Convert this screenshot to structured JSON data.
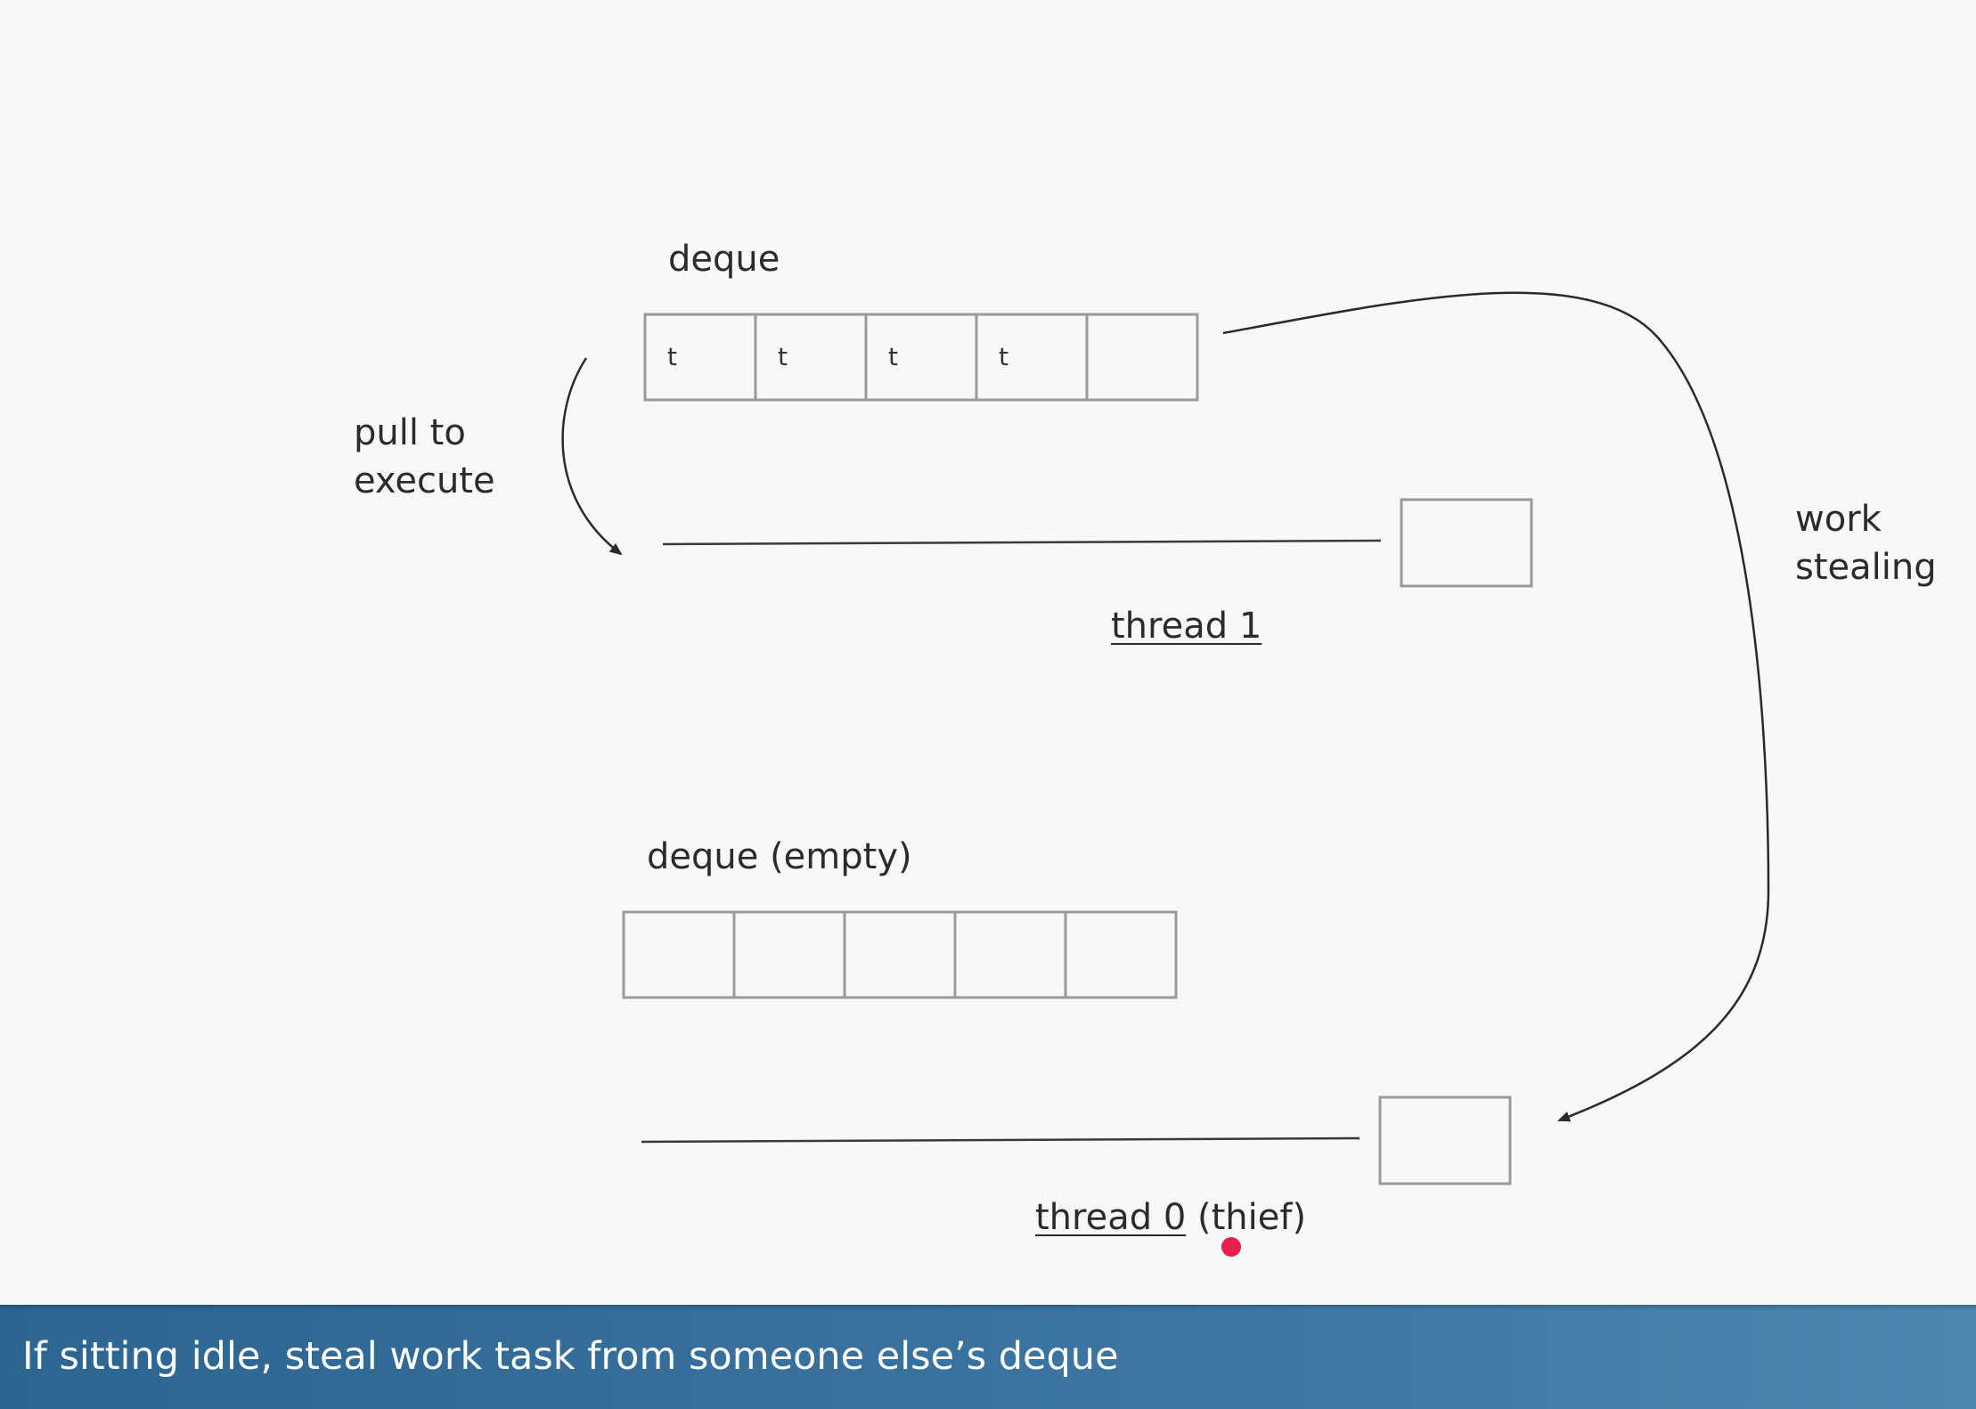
{
  "top": {
    "deque_label": "deque",
    "cells": [
      "t",
      "t",
      "t",
      "t",
      ""
    ],
    "pull_label_line1": "pull to",
    "pull_label_line2": "execute",
    "thread_label": "thread 1"
  },
  "bottom": {
    "deque_label": "deque (empty)",
    "cells": [
      "",
      "",
      "",
      "",
      ""
    ],
    "thread_label": "thread 0",
    "thread_suffix": " (thief)"
  },
  "steal_label_line1": "work",
  "steal_label_line2": "stealing",
  "caption": "If sitting idle, steal work task from someone else’s deque",
  "colors": {
    "background": "#f8f8f8",
    "stroke": "#9a9a9a",
    "caption_bar": "#3b74a0",
    "pointer": "#e8204a"
  }
}
